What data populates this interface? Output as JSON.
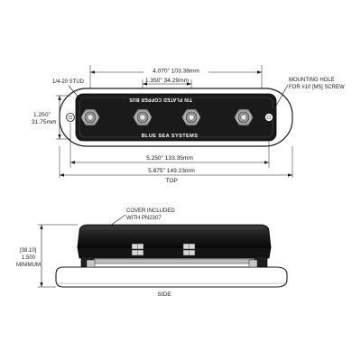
{
  "top_view": {
    "dim_width_inner": "4.070\" 103.38mm",
    "dim_stud_spacing": "1.350\" 34.29mm",
    "dim_height_in": "1.250\"",
    "dim_height_mm": "31.75mm",
    "dim_mount_spacing": "5.250\" 133.35mm",
    "dim_overall": "5.875\" 149.23mm",
    "view_label": "TOP",
    "stud_label": "1/4-20 STUD",
    "mount_label_1": "MOUNTING HOLE",
    "mount_label_2": "FOR #10 [M5] SCREW",
    "brand_text": "BLUE SEA SYSTEMS",
    "part_text": "TIN PLATED COPPER BUS"
  },
  "side_view": {
    "cover_label_1": "COVER INCLUDED",
    "cover_label_2": "WITH PN2307",
    "dim_mm": "[38.10]",
    "dim_in": "1.500",
    "dim_min": "MINIMUM",
    "view_label": "SIDE"
  }
}
